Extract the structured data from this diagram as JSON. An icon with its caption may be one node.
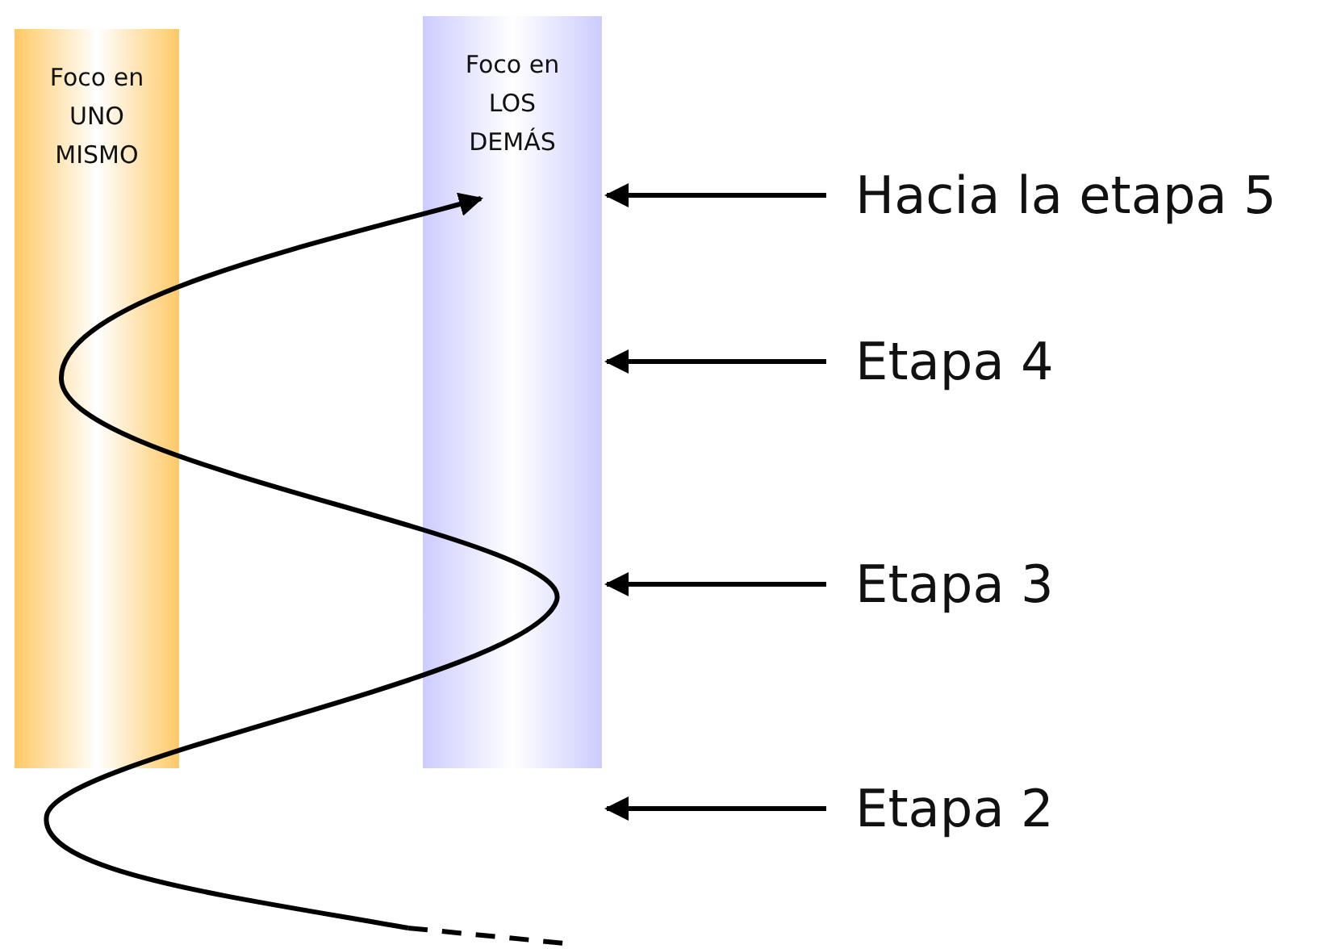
{
  "diagram": {
    "nodes": [
      {
        "text": [
          "Foco en UNO MISMO"
        ]
      },
      {
        "text": [
          "Foco en LOS DEMÁS"
        ]
      },
      {
        "text": [
          "Hacia la etapa 5"
        ]
      },
      {
        "text": [
          "Etapa 4"
        ]
      },
      {
        "text": [
          "Etapa 3"
        ]
      },
      {
        "text": [
          "Etapa 2"
        ]
      }
    ],
    "edges": [
      {
        "from": null,
        "to": 1,
        "arrow": "to"
      },
      {
        "from": 2,
        "to": 1,
        "arrow": "to"
      },
      {
        "from": 3,
        "to": 1,
        "arrow": "to"
      },
      {
        "from": 4,
        "to": 1,
        "arrow": "to"
      },
      {
        "from": 5,
        "to": 1,
        "arrow": "to"
      }
    ]
  }
}
